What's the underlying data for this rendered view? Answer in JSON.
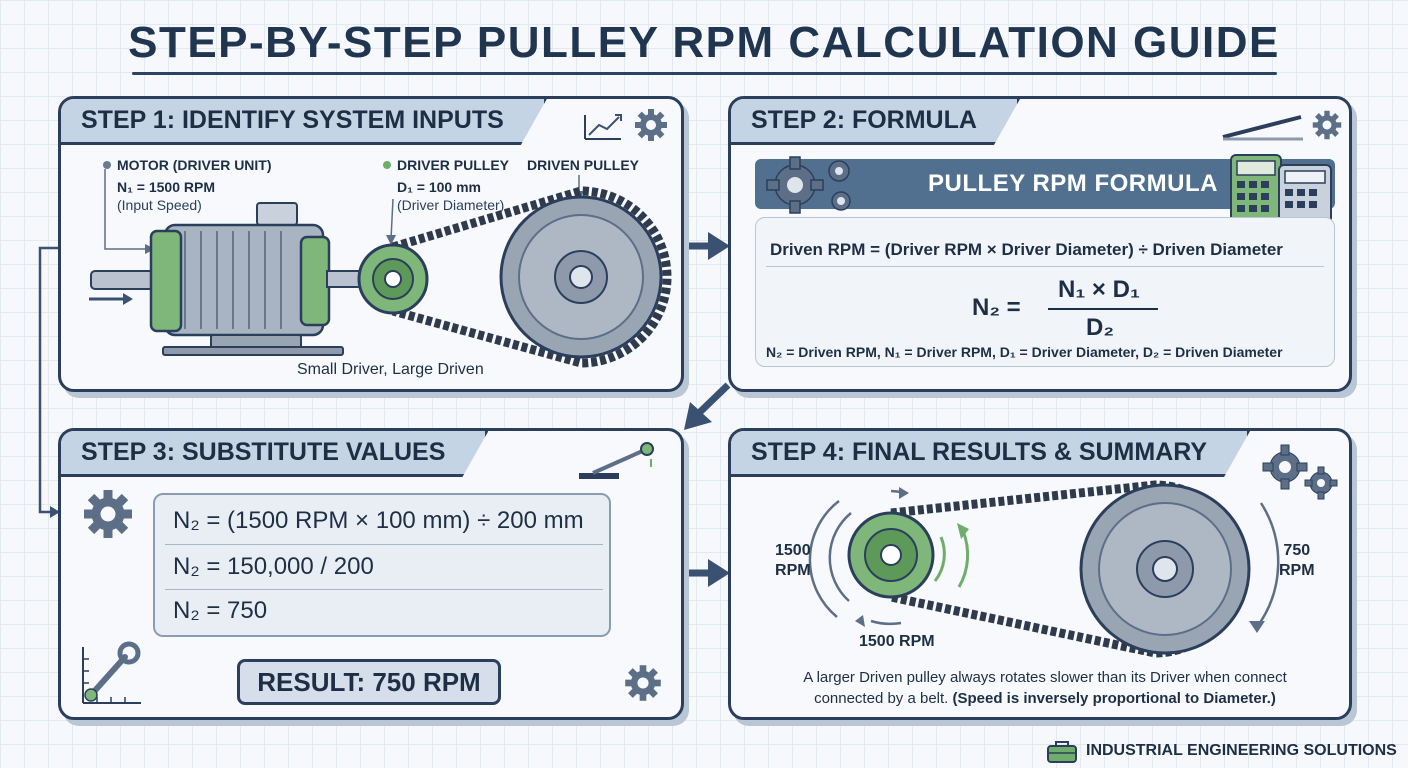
{
  "title": "STEP-BY-STEP PULLEY RPM CALCULATION GUIDE",
  "step1": {
    "heading": "STEP 1: IDENTIFY SYSTEM INPUTS",
    "motor_label": "MOTOR (DRIVER UNIT)",
    "motor_value": "N₁ = 1500 RPM",
    "motor_note": "(Input Speed)",
    "driver_label": "DRIVER PULLEY",
    "driver_value": "D₁ = 100 mm",
    "driver_note": "(Driver Diameter)",
    "driven_label": "DRIVEN PULLEY",
    "caption": "Small Driver, Large Driven"
  },
  "step2": {
    "heading": "STEP 2: FORMULA",
    "banner": "PULLEY RPM FORMULA",
    "word_formula": "Driven RPM = (Driver RPM × Driver Diameter) ÷ Driven Diameter",
    "lhs": "N₂ =",
    "numerator": "N₁ × D₁",
    "denominator": "D₂",
    "legend": "N₂ = Driven RPM, N₁ = Driver RPM, D₁ = Driver Diameter, D₂ = Driven Diameter"
  },
  "step3": {
    "heading": "STEP 3: SUBSTITUTE VALUES",
    "lines": [
      "N₂ = (1500 RPM × 100 mm) ÷ 200 mm",
      "N₂ = 150,000 / 200",
      "N₂ = 750"
    ],
    "result": "RESULT: 750 RPM"
  },
  "step4": {
    "heading": "STEP 4: FINAL RESULTS & SUMMARY",
    "left_speed": [
      "1500",
      "RPM"
    ],
    "right_speed": [
      "750",
      "RPM"
    ],
    "bottom_speed": "1500 RPM",
    "summary_line1": "A larger Driven pulley always rotates slower than its Driver when connect",
    "summary_line2a": "connected by a belt. ",
    "summary_line2b": "(Speed is inversely proportional to Diameter.)"
  },
  "footer": "INDUSTRIAL ENGINEERING SOLUTIONS",
  "colors": {
    "navy": "#2b3f5c",
    "accent_green": "#6fae6a",
    "steel": "#8e9aab",
    "tab_fill": "#c5d4e4",
    "banner": "#51708f"
  },
  "icons": [
    "gear-icon",
    "chart-icon",
    "calculator-icon",
    "lever-icon",
    "wrench-icon",
    "ruler-icon",
    "toolbox-icon",
    "arrow-right-icon"
  ]
}
